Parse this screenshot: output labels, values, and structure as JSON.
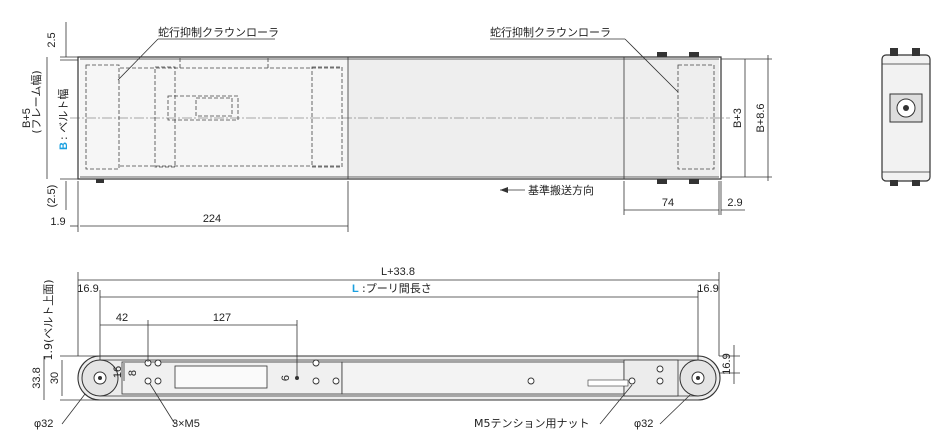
{
  "top_view": {
    "roller_label_left": "蛇行抑制クラウンローラ",
    "roller_label_right": "蛇行抑制クラウンローラ",
    "dim_2_5": "2.5",
    "dim_2_5_paren": "(2.5)",
    "dim_b_plus_5": "B+5",
    "frame_width_note": "(フレーム幅)",
    "b_label": "B",
    "belt_width_note": ": ベルト幅",
    "dim_1_9": "1.9",
    "dim_224": "224",
    "transport_direction": "基準搬送方向",
    "dim_74": "74",
    "dim_2_9": "2.9",
    "dim_b_plus_3": "B+3",
    "dim_b_plus_8_6": "B+8.6"
  },
  "side_view": {
    "dim_l_plus_33_8": "L+33.8",
    "l_label": "L",
    "pulley_distance_note": ":プーリ間長さ",
    "dim_16_9_left": "16.9",
    "dim_16_9_right": "16.9",
    "dim_16_9_vertical": "16.9",
    "belt_top_note": "1.9(ベルト上面)",
    "dim_42": "42",
    "dim_127": "127",
    "dim_33_8": "33.8",
    "dim_30": "30",
    "dim_16": "16",
    "dim_8": "8",
    "dim_6": "6",
    "dim_phi32_left": "φ32",
    "dim_phi32_right": "φ32",
    "screw_note": "3×M5",
    "nut_note": "M5テンション用ナット"
  }
}
